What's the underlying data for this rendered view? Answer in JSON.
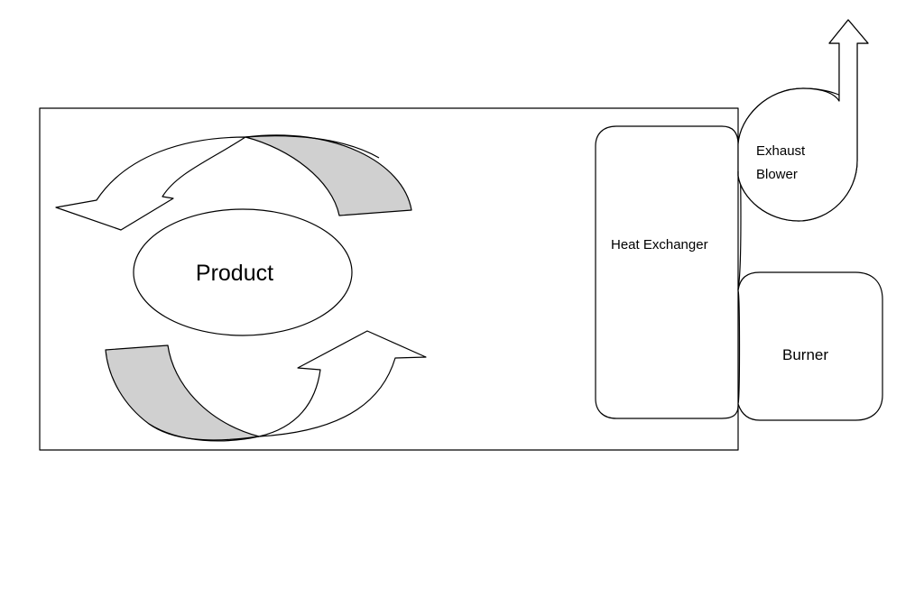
{
  "labels": {
    "product": "Product",
    "heat_exchanger": "Heat Exchanger",
    "exhaust_line1": "Exhaust",
    "exhaust_line2": "Blower",
    "burner": "Burner"
  },
  "colors": {
    "line": "#000000",
    "background": "#ffffff",
    "shaded_fill": "#d0d0d0"
  }
}
